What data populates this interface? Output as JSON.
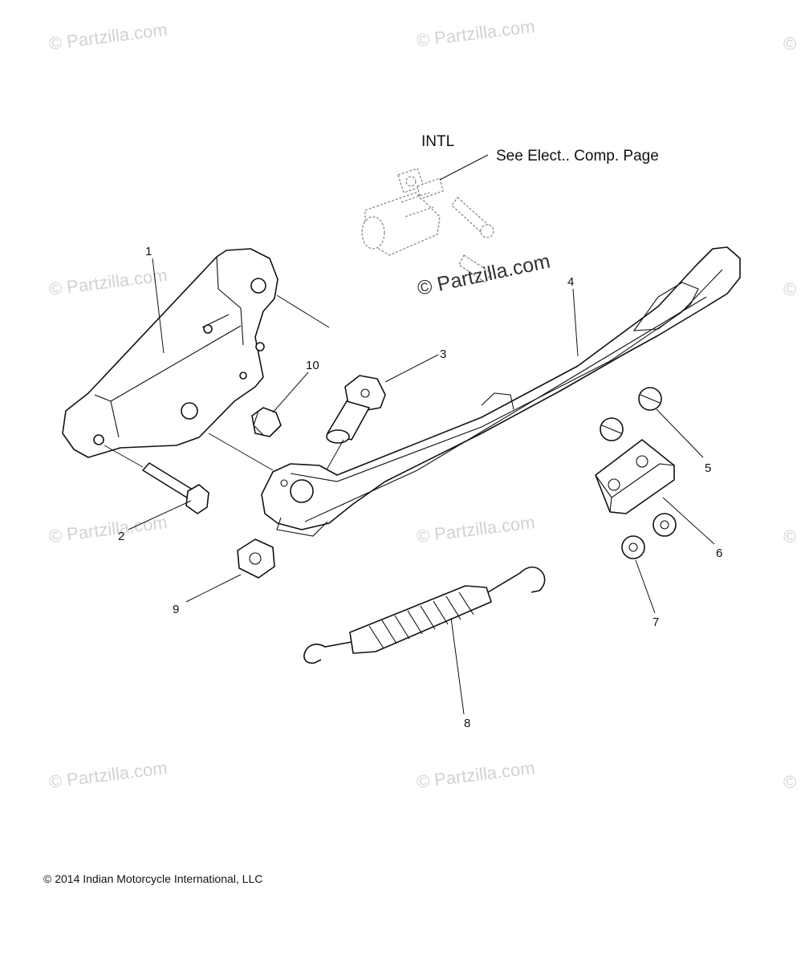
{
  "watermark": "© Partzilla.com",
  "center_watermark": "© Partzilla.com",
  "intl_label": "INTL",
  "see_page_note": "See Elect.. Comp. Page",
  "callouts": [
    "1",
    "2",
    "3",
    "4",
    "5",
    "6",
    "7",
    "8",
    "9",
    "10"
  ],
  "copyright": "© 2014 Indian Motorcycle International, LLC"
}
